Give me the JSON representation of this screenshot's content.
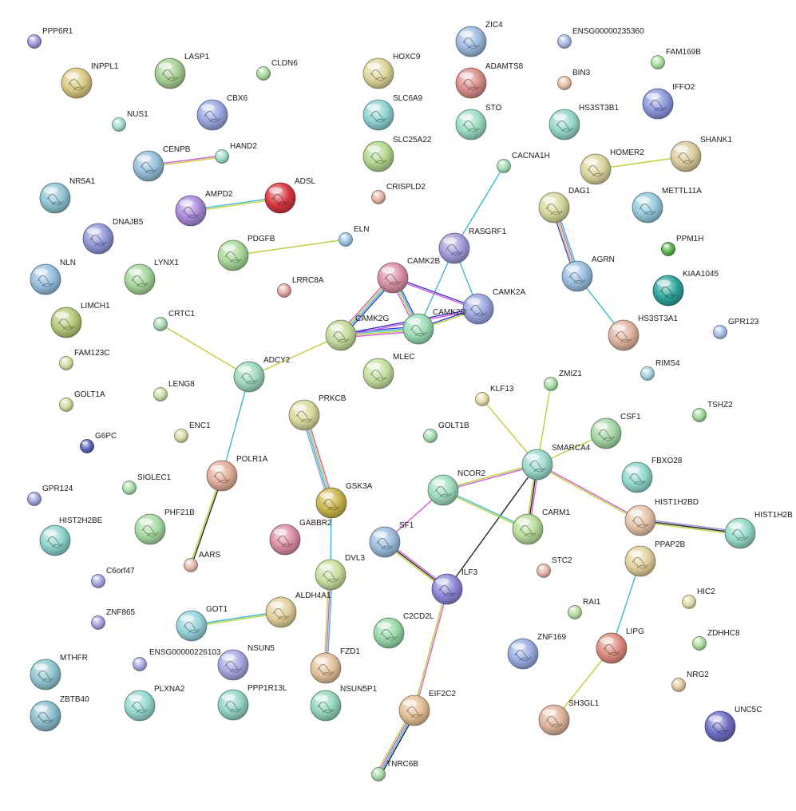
{
  "nodes": [
    {
      "id": "PPP6R1",
      "label": "PPP6R1",
      "color": "#9f99d6",
      "kind": "small"
    },
    {
      "id": "INPPL1",
      "label": "INPPL1",
      "color": "#d8c982",
      "kind": "protein"
    },
    {
      "id": "LASP1",
      "label": "LASP1",
      "color": "#a7cf92",
      "kind": "protein"
    },
    {
      "id": "CLDN6",
      "label": "CLDN6",
      "color": "#a7d99b",
      "kind": "small"
    },
    {
      "id": "NUS1",
      "label": "NUS1",
      "color": "#a4dccf",
      "kind": "small"
    },
    {
      "id": "CBX6",
      "label": "CBX6",
      "color": "#99a6e0",
      "kind": "protein"
    },
    {
      "id": "HAND2",
      "label": "HAND2",
      "color": "#9fdcc8",
      "kind": "small"
    },
    {
      "id": "CENPB",
      "label": "CENPB",
      "color": "#95bfd9",
      "kind": "protein"
    },
    {
      "id": "NR5A1",
      "label": "NR5A1",
      "color": "#8fc4d4",
      "kind": "protein"
    },
    {
      "id": "AMPD2",
      "label": "AMPD2",
      "color": "#a98ad9",
      "kind": "protein"
    },
    {
      "id": "ADSL",
      "label": "ADSL",
      "color": "#d9373f",
      "kind": "protein"
    },
    {
      "id": "DNAJB5",
      "label": "DNAJB5",
      "color": "#8f97d6",
      "kind": "protein"
    },
    {
      "id": "PDGFB",
      "label": "PDGFB",
      "color": "#a9d89a",
      "kind": "protein"
    },
    {
      "id": "ELN",
      "label": "ELN",
      "color": "#9cc6e6",
      "kind": "small"
    },
    {
      "id": "NLN",
      "label": "NLN",
      "color": "#95bfe0",
      "kind": "protein"
    },
    {
      "id": "LYNX1",
      "label": "LYNX1",
      "color": "#a6d69b",
      "kind": "protein"
    },
    {
      "id": "LRRC8A",
      "label": "LRRC8A",
      "color": "#e3a6a0",
      "kind": "small"
    },
    {
      "id": "LIMCH1",
      "label": "LIMCH1",
      "color": "#b6c97a",
      "kind": "protein"
    },
    {
      "id": "CRTC1",
      "label": "CRTC1",
      "color": "#a8d9b0",
      "kind": "small"
    },
    {
      "id": "FAM123C",
      "label": "FAM123C",
      "color": "#d5dba6",
      "kind": "small"
    },
    {
      "id": "GOLT1A",
      "label": "GOLT1A",
      "color": "#d0d99c",
      "kind": "small"
    },
    {
      "id": "LENG8",
      "label": "LENG8",
      "color": "#c9dfa5",
      "kind": "small"
    },
    {
      "id": "ENC1",
      "label": "ENC1",
      "color": "#d7dba4",
      "kind": "small"
    },
    {
      "id": "G6PC",
      "label": "G6PC",
      "color": "#5a66b8",
      "kind": "small"
    },
    {
      "id": "SIGLEC1",
      "label": "SIGLEC1",
      "color": "#a7dcab",
      "kind": "small"
    },
    {
      "id": "GPR124",
      "label": "GPR124",
      "color": "#9da1dc",
      "kind": "small"
    },
    {
      "id": "HIST2H2BE",
      "label": "HIST2H2BE",
      "color": "#8ed3ce",
      "kind": "protein"
    },
    {
      "id": "PHF21B",
      "label": "PHF21B",
      "color": "#a7dba3",
      "kind": "protein"
    },
    {
      "id": "C6orf47",
      "label": "C6orf47",
      "color": "#a6a4dc",
      "kind": "small"
    },
    {
      "id": "ZNF865",
      "label": "ZNF865",
      "color": "#a3a2dc",
      "kind": "small"
    },
    {
      "id": "MTHFR",
      "label": "MTHFR",
      "color": "#8ec6cf",
      "kind": "protein"
    },
    {
      "id": "ZBTB40",
      "label": "ZBTB40",
      "color": "#8bbfcd",
      "kind": "protein"
    },
    {
      "id": "ENSG00000226103",
      "label": "ENSG00000226103",
      "color": "#a8a9e0",
      "kind": "small"
    },
    {
      "id": "PLXNA2",
      "label": "PLXNA2",
      "color": "#96d9d0",
      "kind": "protein"
    },
    {
      "id": "GOT1",
      "label": "GOT1",
      "color": "#95d3d9",
      "kind": "protein"
    },
    {
      "id": "NSUN5",
      "label": "NSUN5",
      "color": "#a6a6e0",
      "kind": "protein"
    },
    {
      "id": "PPP1R13L",
      "label": "PPP1R13L",
      "color": "#93d5c6",
      "kind": "protein"
    },
    {
      "id": "AARS",
      "label": "AARS",
      "color": "#e5b8a8",
      "kind": "small"
    },
    {
      "id": "POLR1A",
      "label": "POLR1A",
      "color": "#e2ad9a",
      "kind": "protein"
    },
    {
      "id": "ADCY2",
      "label": "ADCY2",
      "color": "#9ed8bd",
      "kind": "protein"
    },
    {
      "id": "HOXC9",
      "label": "HOXC9",
      "color": "#dcd69a",
      "kind": "protein"
    },
    {
      "id": "SLC6A9",
      "label": "SLC6A9",
      "color": "#8fd3d3",
      "kind": "protein"
    },
    {
      "id": "SLC25A22",
      "label": "SLC25A22",
      "color": "#b4d88f",
      "kind": "protein"
    },
    {
      "id": "CRISPLD2",
      "label": "CRISPLD2",
      "color": "#e6b4a3",
      "kind": "small"
    },
    {
      "id": "ZIC4",
      "label": "ZIC4",
      "color": "#9cb9de",
      "kind": "protein"
    },
    {
      "id": "ADAMTS8",
      "label": "ADAMTS8",
      "color": "#d98d8a",
      "kind": "protein"
    },
    {
      "id": "STO",
      "label": "STO",
      "color": "#9cdcc2",
      "kind": "protein"
    },
    {
      "id": "ENSG00000235360",
      "label": "ENSG00000235360",
      "color": "#a7b8e4",
      "kind": "small"
    },
    {
      "id": "BIN3",
      "label": "BIN3",
      "color": "#e5bfa3",
      "kind": "small"
    },
    {
      "id": "HS3ST3B1",
      "label": "HS3ST3B1",
      "color": "#95d8c8",
      "kind": "protein"
    },
    {
      "id": "FAM169B",
      "label": "FAM169B",
      "color": "#a9dfa0",
      "kind": "small"
    },
    {
      "id": "IFFO2",
      "label": "IFFO2",
      "color": "#8b97dc",
      "kind": "protein"
    },
    {
      "id": "CACNA1H",
      "label": "CACNA1H",
      "color": "#a3dcb3",
      "kind": "small"
    },
    {
      "id": "HOMER2",
      "label": "HOMER2",
      "color": "#dbd49e",
      "kind": "protein"
    },
    {
      "id": "SHANK1",
      "label": "SHANK1",
      "color": "#dccd9f",
      "kind": "protein"
    },
    {
      "id": "DAG1",
      "label": "DAG1",
      "color": "#d4d89a",
      "kind": "protein"
    },
    {
      "id": "METTL11A",
      "label": "METTL11A",
      "color": "#94c9dc",
      "kind": "protein"
    },
    {
      "id": "RASGRF1",
      "label": "RASGRF1",
      "color": "#a29cdb",
      "kind": "protein"
    },
    {
      "id": "PPM1H",
      "label": "PPM1H",
      "color": "#58b54c",
      "kind": "small"
    },
    {
      "id": "CAMK2B",
      "label": "CAMK2B",
      "color": "#d991a6",
      "kind": "protein"
    },
    {
      "id": "CAMK2A",
      "label": "CAMK2A",
      "color": "#9aa4e0",
      "kind": "protein"
    },
    {
      "id": "AGRN",
      "label": "AGRN",
      "color": "#9abedf",
      "kind": "protein"
    },
    {
      "id": "KIAA1045",
      "label": "KIAA1045",
      "color": "#2fa59d",
      "kind": "protein"
    },
    {
      "id": "CAMK2G",
      "label": "CAMK2G",
      "color": "#c4da9c",
      "kind": "protein"
    },
    {
      "id": "CAMK2D",
      "label": "CAMK2D",
      "color": "#9cdcb6",
      "kind": "protein"
    },
    {
      "id": "HS3ST3A1",
      "label": "HS3ST3A1",
      "color": "#e0b49e",
      "kind": "protein"
    },
    {
      "id": "GPR123",
      "label": "GPR123",
      "color": "#a8bfe6",
      "kind": "small"
    },
    {
      "id": "MLEC",
      "label": "MLEC",
      "color": "#c3df9f",
      "kind": "protein"
    },
    {
      "id": "RIMS4",
      "label": "RIMS4",
      "color": "#a6d4e3",
      "kind": "small"
    },
    {
      "id": "ZMIZ1",
      "label": "ZMIZ1",
      "color": "#a6dca4",
      "kind": "small"
    },
    {
      "id": "KLF13",
      "label": "KLF13",
      "color": "#e3dbaa",
      "kind": "small"
    },
    {
      "id": "TSHZ2",
      "label": "TSHZ2",
      "color": "#9fd89a",
      "kind": "small"
    },
    {
      "id": "PRKCB",
      "label": "PRKCB",
      "color": "#d8d99b",
      "kind": "protein"
    },
    {
      "id": "GOLT1B",
      "label": "GOLT1B",
      "color": "#a6dcb2",
      "kind": "small"
    },
    {
      "id": "CSF1",
      "label": "CSF1",
      "color": "#a5d7a5",
      "kind": "protein"
    },
    {
      "id": "SMARCA4",
      "label": "SMARCA4",
      "color": "#9cd9cd",
      "kind": "protein"
    },
    {
      "id": "FBXO28",
      "label": "FBXO28",
      "color": "#92d7cf",
      "kind": "protein"
    },
    {
      "id": "NCOR2",
      "label": "NCOR2",
      "color": "#9fdbbc",
      "kind": "protein"
    },
    {
      "id": "GSK3A",
      "label": "GSK3A",
      "color": "#c9b54b",
      "kind": "protein"
    },
    {
      "id": "HIST1H2BD",
      "label": "HIST1H2BD",
      "color": "#e6c4aa",
      "kind": "protein"
    },
    {
      "id": "HIST1H2B",
      "label": "HIST1H2B",
      "color": "#93d9c7",
      "kind": "protein"
    },
    {
      "id": "GABBR2",
      "label": "GABBR2",
      "color": "#db8ea4",
      "kind": "protein"
    },
    {
      "id": "CARM1",
      "label": "CARM1",
      "color": "#b8dc9c",
      "kind": "protein"
    },
    {
      "id": "SF1",
      "label": "SF1",
      "color": "#9bbcdf",
      "kind": "protein"
    },
    {
      "id": "STC2",
      "label": "STC2",
      "color": "#e5b4a6",
      "kind": "small"
    },
    {
      "id": "PPAP2B",
      "label": "PPAP2B",
      "color": "#e1d19c",
      "kind": "protein"
    },
    {
      "id": "DVL3",
      "label": "DVL3",
      "color": "#c7df9e",
      "kind": "protein"
    },
    {
      "id": "ILF3",
      "label": "ILF3",
      "color": "#8c87d6",
      "kind": "protein"
    },
    {
      "id": "ALDH4A1",
      "label": "ALDH4A1",
      "color": "#e1cf9c",
      "kind": "protein"
    },
    {
      "id": "RAI1",
      "label": "RAI1",
      "color": "#b6dc9f",
      "kind": "small"
    },
    {
      "id": "HIC2",
      "label": "HIC2",
      "color": "#e3dba5",
      "kind": "small"
    },
    {
      "id": "C2CD2L",
      "label": "C2CD2L",
      "color": "#95d9a7",
      "kind": "protein"
    },
    {
      "id": "LIPG",
      "label": "LIPG",
      "color": "#de8c80",
      "kind": "protein"
    },
    {
      "id": "ZDHHC8",
      "label": "ZDHHC8",
      "color": "#aedc9f",
      "kind": "small"
    },
    {
      "id": "ZNF169",
      "label": "ZNF169",
      "color": "#97acdf",
      "kind": "protein"
    },
    {
      "id": "FZD1",
      "label": "FZD1",
      "color": "#e2c29c",
      "kind": "protein"
    },
    {
      "id": "NSUN5P1",
      "label": "NSUN5P1",
      "color": "#94d6bb",
      "kind": "protein"
    },
    {
      "id": "NRG2",
      "label": "NRG2",
      "color": "#e1c8a3",
      "kind": "small"
    },
    {
      "id": "EIF2C2",
      "label": "EIF2C2",
      "color": "#e4bf95",
      "kind": "protein"
    },
    {
      "id": "SH3GL1",
      "label": "SH3GL1",
      "color": "#dfb39c",
      "kind": "protein"
    },
    {
      "id": "UNC5C",
      "label": "UNC5C",
      "color": "#6f6fc6",
      "kind": "protein"
    },
    {
      "id": "TNRC6B",
      "label": "TNRC6B",
      "color": "#a6dcad",
      "kind": "small"
    }
  ],
  "edges": [
    {
      "from": "CENPB",
      "to": "HAND2",
      "colors": [
        "#d45ad4",
        "#c7d33a"
      ]
    },
    {
      "from": "AMPD2",
      "to": "ADSL",
      "colors": [
        "#3bb7d3",
        "#c7d33a"
      ]
    },
    {
      "from": "PDGFB",
      "to": "ELN",
      "colors": [
        "#b6d33c"
      ]
    },
    {
      "from": "CRTC1",
      "to": "ADCY2",
      "colors": [
        "#b6d33c"
      ]
    },
    {
      "from": "ADCY2",
      "to": "CAMK2G",
      "colors": [
        "#b6d33c"
      ]
    },
    {
      "from": "ADCY2",
      "to": "POLR1A",
      "colors": [
        "#3bb7d3"
      ]
    },
    {
      "from": "POLR1A",
      "to": "AARS",
      "colors": [
        "#222222",
        "#b6d33c"
      ]
    },
    {
      "from": "CACNA1H",
      "to": "RASGRF1",
      "colors": [
        "#3bb7d3"
      ]
    },
    {
      "from": "RASGRF1",
      "to": "CAMK2A",
      "colors": [
        "#3bb7d3"
      ]
    },
    {
      "from": "RASGRF1",
      "to": "CAMK2D",
      "colors": [
        "#3bb7d3"
      ]
    },
    {
      "from": "CAMK2B",
      "to": "CAMK2A",
      "colors": [
        "#3b3bd3",
        "#d45ad4"
      ]
    },
    {
      "from": "CAMK2B",
      "to": "CAMK2G",
      "colors": [
        "#3b3bd3",
        "#3bb7d3",
        "#b6d33c",
        "#d45ad4"
      ]
    },
    {
      "from": "CAMK2B",
      "to": "CAMK2D",
      "colors": [
        "#3b3bd3",
        "#3bb7d3",
        "#b6d33c",
        "#d45ad4"
      ]
    },
    {
      "from": "CAMK2G",
      "to": "CAMK2D",
      "colors": [
        "#3b3bd3",
        "#3bb7d3",
        "#b6d33c",
        "#d45ad4"
      ]
    },
    {
      "from": "CAMK2G",
      "to": "CAMK2A",
      "colors": [
        "#3b3bd3",
        "#d45ad4"
      ]
    },
    {
      "from": "CAMK2D",
      "to": "CAMK2A",
      "colors": [
        "#3b3bd3",
        "#b6d33c"
      ]
    },
    {
      "from": "HOMER2",
      "to": "SHANK1",
      "colors": [
        "#b6d33c"
      ]
    },
    {
      "from": "DAG1",
      "to": "AGRN",
      "colors": [
        "#3bb7d3",
        "#d45ad4",
        "#b6d33c",
        "#3b3bd3"
      ]
    },
    {
      "from": "AGRN",
      "to": "HS3ST3A1",
      "colors": [
        "#3bb7d3"
      ]
    },
    {
      "from": "PRKCB",
      "to": "GSK3A",
      "colors": [
        "#d45ad4",
        "#b6d33c",
        "#3bb7d3",
        "#9a95e0"
      ]
    },
    {
      "from": "GSK3A",
      "to": "DVL3",
      "colors": [
        "#3bb7d3"
      ]
    },
    {
      "from": "DVL3",
      "to": "FZD1",
      "colors": [
        "#3bb7d3",
        "#d45ad4",
        "#b6d33c"
      ]
    },
    {
      "from": "GOT1",
      "to": "ALDH4A1",
      "colors": [
        "#3bb7d3",
        "#b6d33c"
      ]
    },
    {
      "from": "KLF13",
      "to": "SMARCA4",
      "colors": [
        "#b6d33c"
      ]
    },
    {
      "from": "ZMIZ1",
      "to": "SMARCA4",
      "colors": [
        "#b6d33c"
      ]
    },
    {
      "from": "SMARCA4",
      "to": "CSF1",
      "colors": [
        "#b6d33c"
      ]
    },
    {
      "from": "SMARCA4",
      "to": "NCOR2",
      "colors": [
        "#d45ad4",
        "#b6d33c"
      ]
    },
    {
      "from": "SMARCA4",
      "to": "CARM1",
      "colors": [
        "#d45ad4",
        "#222222",
        "#b6d33c"
      ]
    },
    {
      "from": "SMARCA4",
      "to": "HIST1H2BD",
      "colors": [
        "#d45ad4",
        "#b6d33c"
      ]
    },
    {
      "from": "SMARCA4",
      "to": "ILF3",
      "colors": [
        "#222222"
      ]
    },
    {
      "from": "NCOR2",
      "to": "CARM1",
      "colors": [
        "#3bb7d3",
        "#b6d33c"
      ]
    },
    {
      "from": "NCOR2",
      "to": "SF1",
      "colors": [
        "#d45ad4"
      ]
    },
    {
      "from": "SF1",
      "to": "ILF3",
      "colors": [
        "#d45ad4",
        "#222222",
        "#b6d33c"
      ]
    },
    {
      "from": "ILF3",
      "to": "EIF2C2",
      "colors": [
        "#d45ad4",
        "#b6d33c"
      ]
    },
    {
      "from": "EIF2C2",
      "to": "TNRC6B",
      "colors": [
        "#222222",
        "#3bb7d3",
        "#d45ad4",
        "#b6d33c"
      ]
    },
    {
      "from": "HIST1H2BD",
      "to": "HIST1H2B",
      "colors": [
        "#9a95e0",
        "#222222",
        "#b6d33c"
      ]
    },
    {
      "from": "PPAP2B",
      "to": "LIPG",
      "colors": [
        "#3bb7d3"
      ]
    },
    {
      "from": "LIPG",
      "to": "SH3GL1",
      "colors": [
        "#b6d33c"
      ]
    }
  ]
}
